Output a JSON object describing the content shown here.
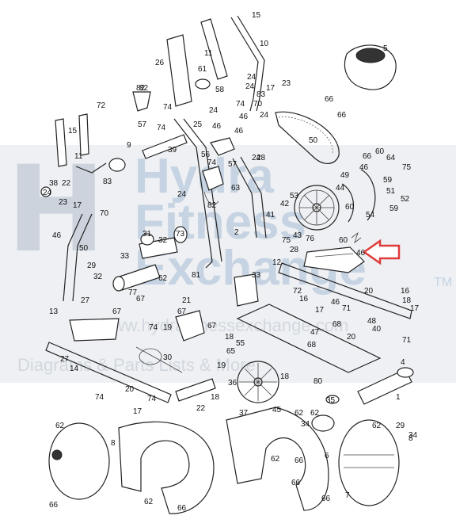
{
  "watermark": {
    "logo": "H",
    "line1": "Hydra",
    "line2": "Fitness",
    "line3": "Exchange",
    "tm": "TM",
    "url": "www.hydrafitnessexchange.com",
    "tagline": "Diagrams & Parts Lists & More"
  },
  "highlight": {
    "arrow_color": "#e03a3a",
    "target_part": "12"
  },
  "labels": [
    "15",
    "10",
    "11",
    "26",
    "61",
    "58",
    "24",
    "17",
    "23",
    "5",
    "82",
    "74",
    "24",
    "83",
    "70",
    "74",
    "66",
    "66",
    "24",
    "57",
    "46",
    "46",
    "74",
    "25",
    "24",
    "46",
    "50",
    "56",
    "74",
    "57",
    "82",
    "82",
    "63",
    "39",
    "24",
    "2",
    "24",
    "72",
    "15",
    "11",
    "9",
    "38",
    "22",
    "83",
    "24",
    "23",
    "17",
    "70",
    "46",
    "50",
    "73",
    "31",
    "32",
    "33",
    "29",
    "32",
    "33",
    "81",
    "62",
    "77",
    "67",
    "74",
    "19",
    "21",
    "67",
    "67",
    "30",
    "55",
    "65",
    "19",
    "18",
    "67",
    "13",
    "27",
    "27",
    "14",
    "74",
    "20",
    "74",
    "17",
    "22",
    "18",
    "36",
    "37",
    "45",
    "62",
    "62",
    "66",
    "66",
    "62",
    "8",
    "6",
    "7",
    "8",
    "62",
    "66",
    "66",
    "66",
    "66",
    "60",
    "64",
    "75",
    "46",
    "59",
    "51",
    "52",
    "49",
    "44",
    "42",
    "53",
    "41",
    "60",
    "54",
    "59",
    "60",
    "76",
    "43",
    "75",
    "46",
    "12",
    "28",
    "28",
    "72",
    "46",
    "20",
    "16",
    "17",
    "71",
    "18",
    "71",
    "16",
    "17",
    "20",
    "68",
    "40",
    "48",
    "47",
    "68",
    "18",
    "80",
    "1",
    "4",
    "35",
    "29",
    "34",
    "62",
    "34",
    "62"
  ]
}
